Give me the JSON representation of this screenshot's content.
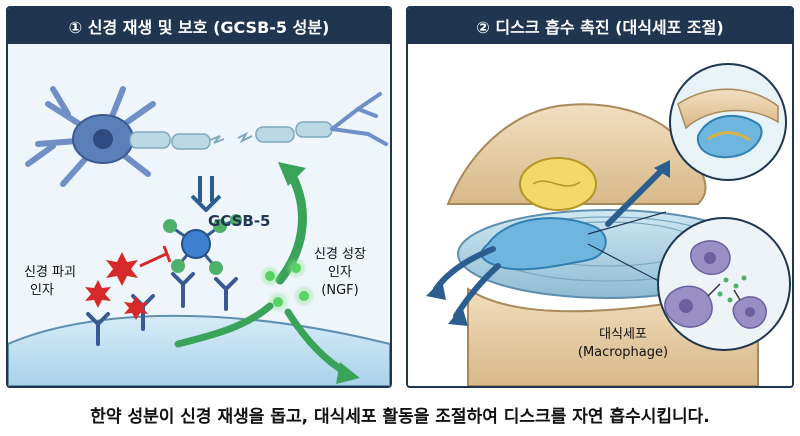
{
  "panel_left": {
    "title": "① 신경 재생 및 보호 (GCSB-5 성분)",
    "molecule_label": "GCSB-5",
    "damage_label_line1": "신경 파괴",
    "damage_label_line2": "인자",
    "ngf_label_line1": "신경 성장",
    "ngf_label_line2": "인자",
    "ngf_label_line3": "(NGF)"
  },
  "panel_right": {
    "title": "② 디스크 흡수 촉진 (대식세포 조절)",
    "macrophage_label_line1": "대식세포",
    "macrophage_label_line2": "(Macrophage)"
  },
  "caption": "한약 성분이 신경 재생을 돕고, 대식세포 활동을 조절하여 디스크를 자연 흡수시킵니다.",
  "colors": {
    "header_bg": "#1f3550",
    "neuron": "#5b7fb8",
    "axon": "#bcd8e4",
    "damage": "#d62a2a",
    "ngf": "#59d266",
    "arrow_green": "#3aa35a",
    "arrow_blue": "#2b5d8f",
    "disc": "#8ecde6",
    "bone": "#e6cda4",
    "macrophage": "#9a8fc4"
  }
}
